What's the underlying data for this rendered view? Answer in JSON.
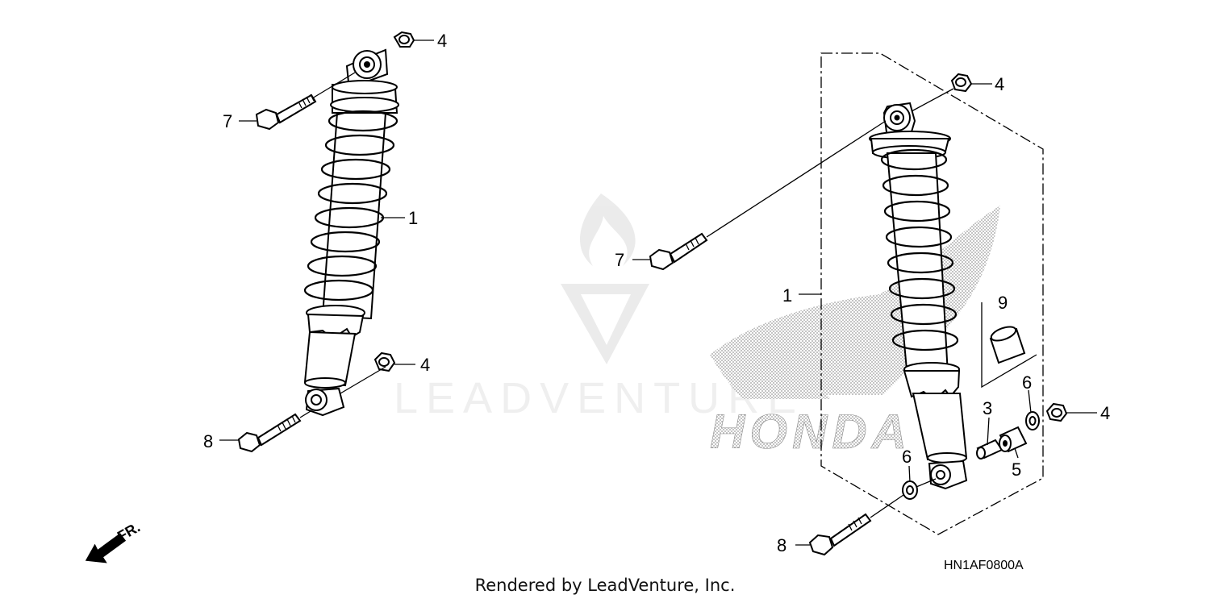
{
  "watermark": {
    "wordmark": "LEADVENTURE",
    "brand_logo": "HONDA"
  },
  "callouts": {
    "left": {
      "shock_absorber": "1",
      "top_nut": "4",
      "bottom_nut": "4",
      "top_bolt": "7",
      "bottom_bolt": "8"
    },
    "right": {
      "assembly": "1",
      "top_nut": "4",
      "side_nut": "4",
      "collar": "3",
      "bushing": "5",
      "washer_lower": "6",
      "washer_right": "6",
      "top_bolt": "7",
      "bottom_bolt": "8",
      "sleeve": "9"
    }
  },
  "direction_marker": "FR.",
  "diagram_code": "HN1AF0800A",
  "footer": "Rendered by LeadVenture, Inc."
}
